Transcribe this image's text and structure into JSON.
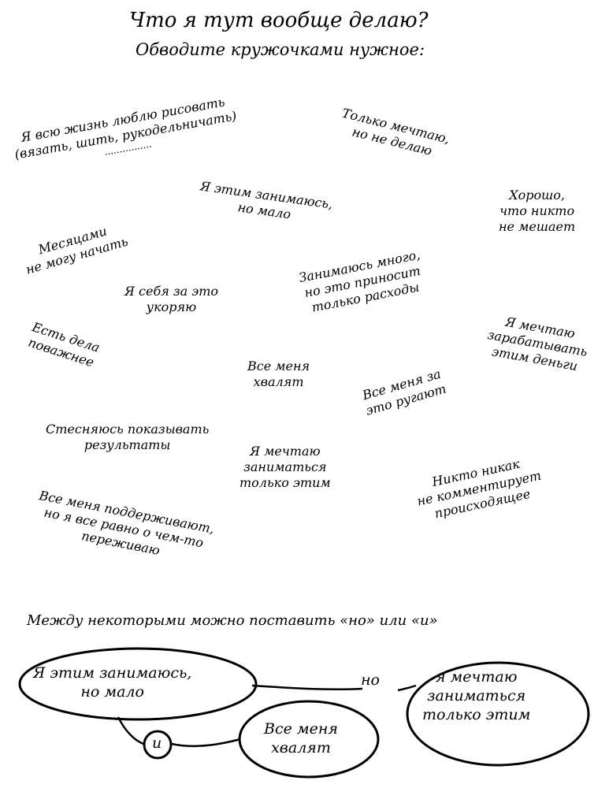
{
  "header": {
    "title": "Что я тут вообще делаю?",
    "subtitle": "Обводите кружочками нужное:"
  },
  "phrases": {
    "p01": [
      "Я всю жизнь люблю рисовать",
      "(вязать, шить, рукодельничать)",
      "................"
    ],
    "p02": [
      "Только мечтаю,",
      "но не делаю"
    ],
    "p03": [
      "Я этим занимаюсь,",
      "но мало"
    ],
    "p04": [
      "Хорошо,",
      "что никто",
      "не мешает"
    ],
    "p05": [
      "Месяцами",
      "не могу начать"
    ],
    "p06": [
      "Занимаюсь много,",
      "но это приносит",
      "только расходы"
    ],
    "p07": [
      "Я себя за это",
      "укоряю"
    ],
    "p08": [
      "Есть дела",
      "поважнее"
    ],
    "p09": [
      "Я мечтаю",
      "зарабатывать",
      "этим деньги"
    ],
    "p10": [
      "Все меня",
      "хвалят"
    ],
    "p11": [
      "Все меня за",
      "это ругают"
    ],
    "p12": [
      "Стесняюсь показывать",
      "результаты"
    ],
    "p13": [
      "Я мечтаю",
      "заниматься",
      "только этим"
    ],
    "p14": [
      "Никто никак",
      "не комментирует",
      "происходящее"
    ],
    "p15": [
      "Все меня поддерживают,",
      "но я все равно о чем-то",
      "переживаю"
    ]
  },
  "note": "Между некоторыми можно поставить «но» или «и»",
  "example": {
    "bubble_left": [
      "Я этим занимаюсь,",
      "но мало"
    ],
    "bubble_right": [
      "я мечтаю",
      "заниматься",
      "только этим"
    ],
    "bubble_bottom": [
      "Все меня",
      "хвалят"
    ],
    "conj_but": "но",
    "conj_and": "и"
  }
}
